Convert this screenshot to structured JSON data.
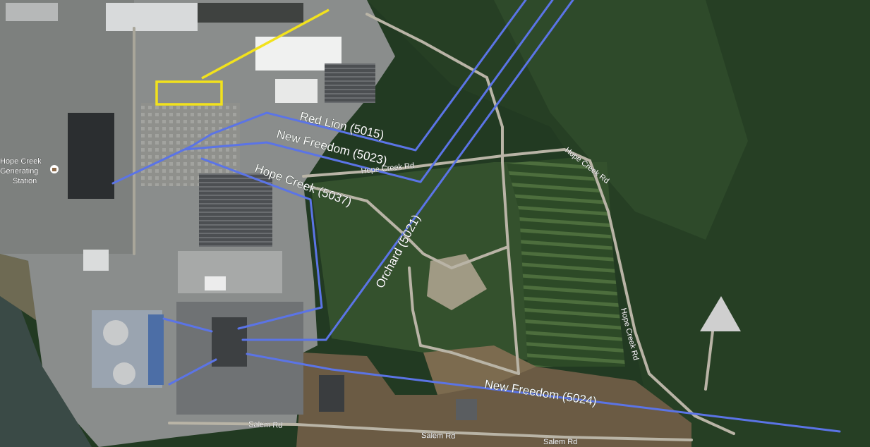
{
  "map": {
    "poi": {
      "name_lines": [
        "Hope Creek",
        "Generating",
        "Station"
      ],
      "icon": "building-icon"
    },
    "roads": {
      "hope_creek_rd_1": "Hope Creek Rd",
      "hope_creek_rd_2": "Hope Creek Rd",
      "hope_creek_rd_3": "Hope Creek Rd",
      "salem_rd_1": "Salem Rd",
      "salem_rd_2": "Salem Rd",
      "salem_rd_3": "Salem Rd"
    },
    "transmission_lines": {
      "red_lion": "Red Lion (5015)",
      "new_freedom_5023": "New Freedom (5023)",
      "hope_creek": "Hope Creek (5037)",
      "orchard": "Orchard (5021)",
      "new_freedom_5024": "New Freedom (5024)"
    },
    "colors": {
      "transmission_line": "#5b74e6",
      "highlight": "#f2e21c",
      "vegetation": "#2f4a2c",
      "industrial": "#8e9190",
      "road": "#b9b4a6"
    }
  }
}
